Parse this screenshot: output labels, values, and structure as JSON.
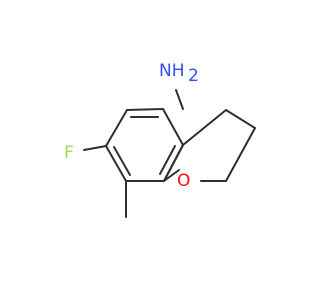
{
  "molecule": {
    "atoms": {
      "amine": "NH",
      "amine_h_count": "2",
      "fluorine": "F",
      "oxygen": "O"
    }
  },
  "colors": {
    "bond": "#2f2f2f",
    "nitrogen": "#3050f8",
    "fluorine": "#90e050",
    "oxygen": "#ff0d0d",
    "background": "#ffffff"
  }
}
